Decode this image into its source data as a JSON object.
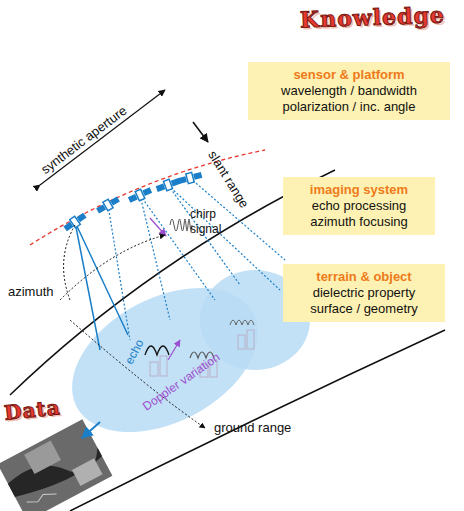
{
  "diagram": {
    "title": "Knowledge",
    "nodes": [
      {
        "text": [
          "sensor & platform",
          "wavelength / bandwidth polarization / inc. angle"
        ]
      },
      {
        "text": [
          "imaging system",
          "echo processing azimuth focusing"
        ]
      },
      {
        "text": [
          "terrain & object",
          "dielectric property surface / geometry"
        ]
      }
    ],
    "labels": [
      "synthetic aperture",
      "slant range",
      "chirp signal",
      "azimuth",
      "echo",
      "Doppler variation",
      "ground range",
      "Data"
    ]
  }
}
